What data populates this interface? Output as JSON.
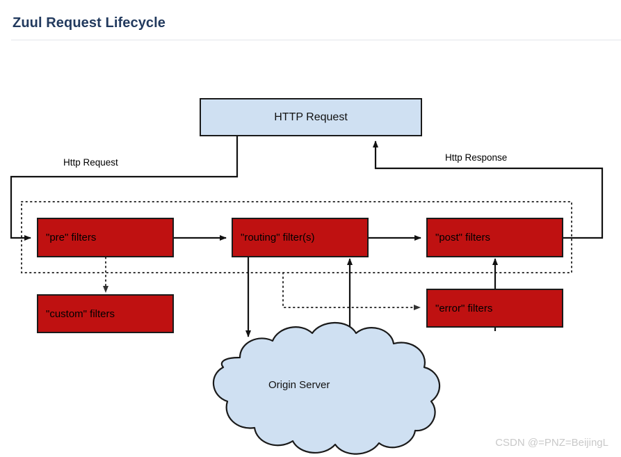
{
  "page": {
    "title": "Zuul Request Lifecycle",
    "watermark": "CSDN @=PNZ=BeijingL"
  },
  "colors": {
    "title_text": "#223a5e",
    "filter_fill": "#bf1111",
    "request_fill": "#cfe0f2",
    "cloud_fill": "#cfe0f2",
    "stroke": "#1a1a1a",
    "watermark_text": "#c9c9c9",
    "divider": "#e3e6ea"
  },
  "diagram": {
    "type": "flow-diagram",
    "nodes": [
      {
        "id": "http_request",
        "label": "HTTP Request",
        "shape": "rectangle",
        "fill": "#cfe0f2"
      },
      {
        "id": "pre_filters",
        "label": "\"pre\" filters",
        "shape": "rectangle",
        "fill": "#bf1111"
      },
      {
        "id": "routing_filters",
        "label": "\"routing\" filter(s)",
        "shape": "rectangle",
        "fill": "#bf1111"
      },
      {
        "id": "post_filters",
        "label": "\"post\" filters",
        "shape": "rectangle",
        "fill": "#bf1111"
      },
      {
        "id": "custom_filters",
        "label": "\"custom\" filters",
        "shape": "rectangle",
        "fill": "#bf1111"
      },
      {
        "id": "error_filters",
        "label": "\"error\" filters",
        "shape": "rectangle",
        "fill": "#bf1111"
      },
      {
        "id": "origin_server",
        "label": "Origin Server",
        "shape": "cloud",
        "fill": "#cfe0f2"
      }
    ],
    "edge_labels": [
      {
        "id": "http_request_label",
        "label": "Http Request"
      },
      {
        "id": "http_response_label",
        "label": "Http Response"
      }
    ],
    "edges": [
      {
        "from": "http_request",
        "to": "pre_filters",
        "style": "solid",
        "label": "Http Request"
      },
      {
        "from": "pre_filters",
        "to": "routing_filters",
        "style": "solid"
      },
      {
        "from": "routing_filters",
        "to": "post_filters",
        "style": "solid"
      },
      {
        "from": "post_filters",
        "to": "http_request",
        "style": "solid",
        "label": "Http Response"
      },
      {
        "from": "pre_filters",
        "to": "custom_filters",
        "style": "dotted"
      },
      {
        "from": "routing_filters",
        "to": "origin_server",
        "style": "solid"
      },
      {
        "from": "origin_server",
        "to": "routing_filters",
        "style": "solid"
      },
      {
        "from": "error_filters",
        "to": "post_filters",
        "style": "solid"
      },
      {
        "from": "filter_chain",
        "to": "error_filters",
        "style": "dotted"
      }
    ],
    "container": {
      "id": "filter_chain",
      "style": "dotted-border"
    }
  }
}
